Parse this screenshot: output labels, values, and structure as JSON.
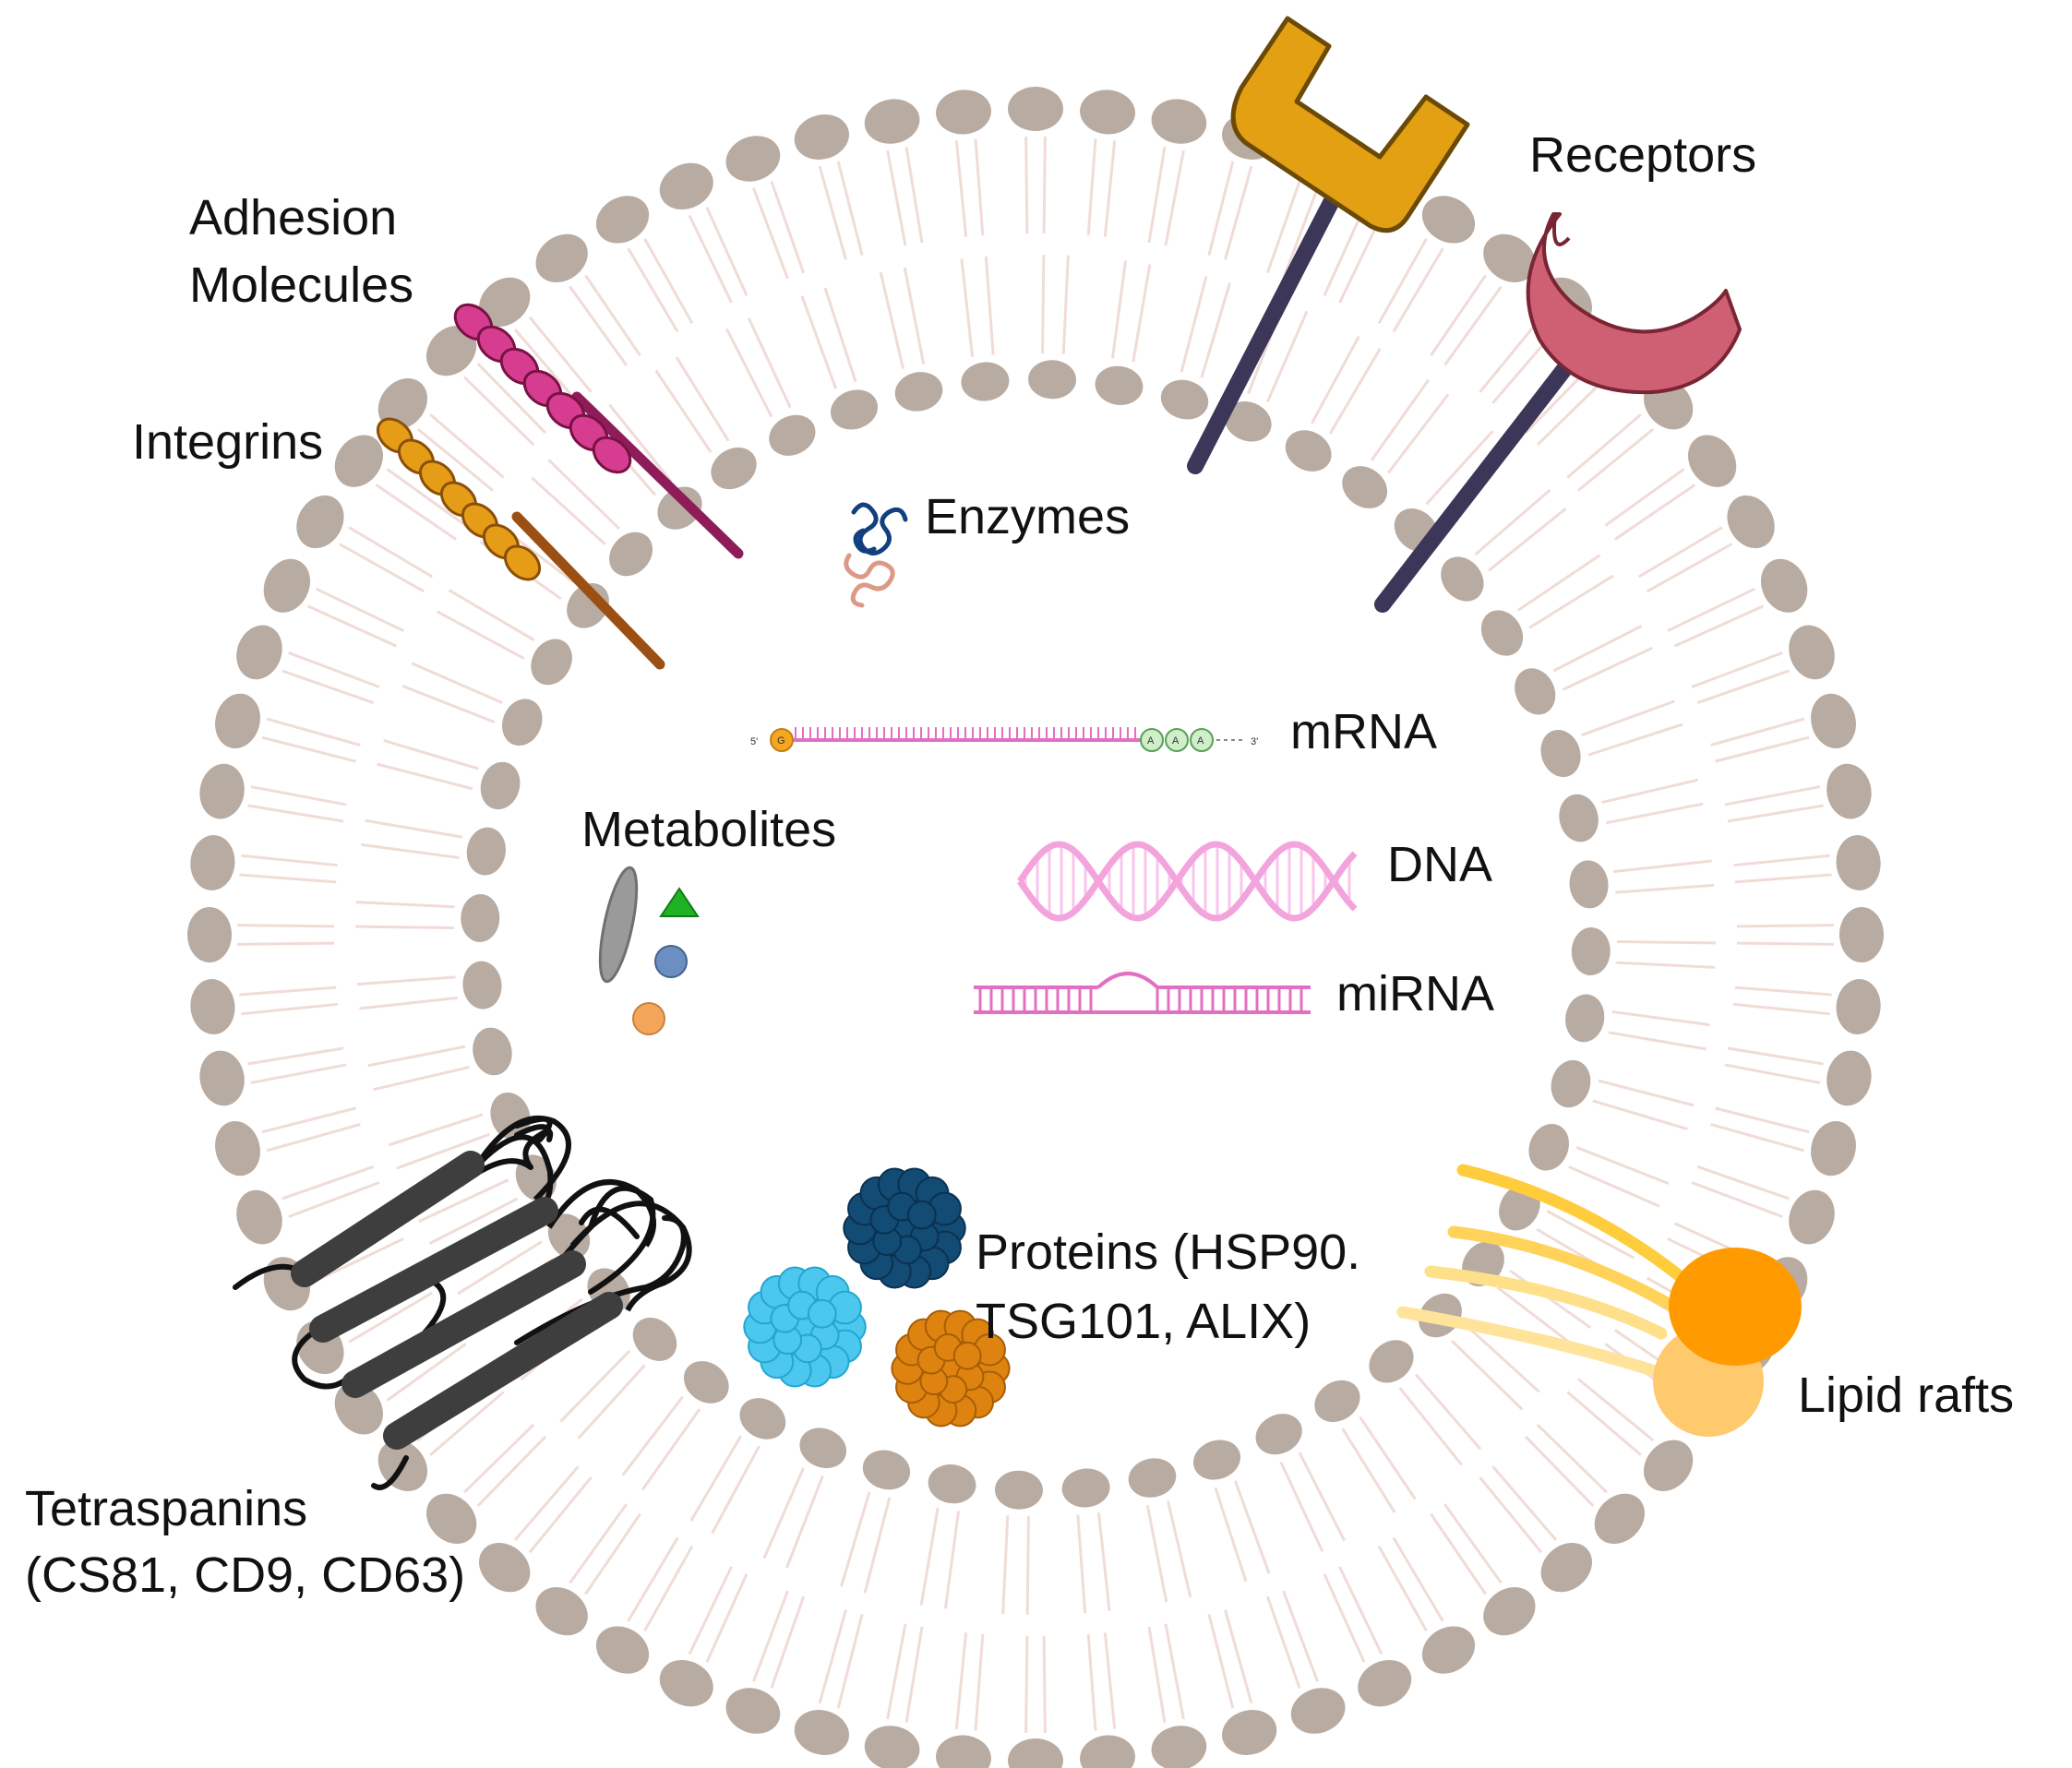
{
  "labels": {
    "adhesion_line1": "Adhesion",
    "adhesion_line2": "Molecules",
    "integrins": "Integrins",
    "receptors": "Receptors",
    "enzymes": "Enzymes",
    "mrna": "mRNA",
    "metabolites": "Metabolites",
    "dna": "DNA",
    "mirna": "miRNA",
    "proteins_line1": "Proteins (HSP90.",
    "proteins_line2": "TSG101, ALIX)",
    "lipid_rafts": "Lipid rafts",
    "tetraspanins_line1": "Tetraspanins",
    "tetraspanins_line2": "(CS81, CD9, CD63)"
  },
  "strand_marks": {
    "five_prime": "5'",
    "three_prime": "3'",
    "cap": "G",
    "poly_a": [
      "A",
      "A",
      "A"
    ]
  },
  "colors": {
    "lipid_head": "#b8aba1",
    "lipid_tail": "#f0dcd6",
    "receptor_y": "#e3a012",
    "receptor_u": "#cf5f73",
    "receptor_stalk": "#3c3659",
    "adhesion": "#d63d91",
    "integrin": "#e59d18",
    "nucleic_acid": "#e36fc2",
    "dna": "#f3a4dd",
    "tetraspanin": "#3e3e3e",
    "protein_dark": "#124b73",
    "protein_light": "#4cc7ee",
    "protein_orange": "#de8310",
    "raft_orange": "#ff9a00",
    "raft_light": "#ffc96d"
  }
}
